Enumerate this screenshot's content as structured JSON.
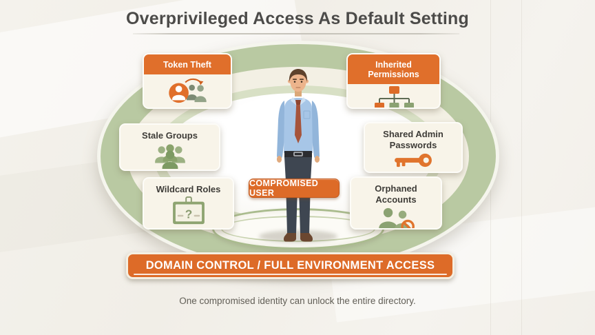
{
  "title": "Overprivileged Access As Default Setting",
  "cards": [
    {
      "id": "token-theft",
      "label": "Token Theft",
      "variant": "orange-header",
      "icon": "token-theft-icon"
    },
    {
      "id": "inherited-permissions",
      "label": "Inherited Permissions",
      "variant": "orange-header",
      "icon": "org-chart-icon"
    },
    {
      "id": "stale-groups",
      "label": "Stale Groups",
      "variant": "plain",
      "icon": "user-group-icon"
    },
    {
      "id": "shared-admin-passwords",
      "label": "Shared Admin Passwords",
      "variant": "plain",
      "icon": "key-icon"
    },
    {
      "id": "wildcard-roles",
      "label": "Wildcard Roles",
      "variant": "plain",
      "icon": "id-badge-question-icon"
    },
    {
      "id": "orphaned-accounts",
      "label": "Orphaned Accounts",
      "variant": "plain",
      "icon": "blocked-users-icon"
    }
  ],
  "center": {
    "figure": "compromised-user-illustration",
    "badge": "COMPROMISED USER"
  },
  "banner": {
    "label": "DOMAIN CONTROL / FULL ENVIRONMENT ACCESS"
  },
  "footer": {
    "caption": "One compromised identity can unlock the entire directory."
  },
  "colors": {
    "accent_orange": "#e06f2b",
    "banner_orange": "#dd6b28",
    "sage_green_ring": "#b9c9a2",
    "icon_green": "#8ba272",
    "card_background": "#f8f4e9",
    "title_gray": "#4c4b49"
  }
}
